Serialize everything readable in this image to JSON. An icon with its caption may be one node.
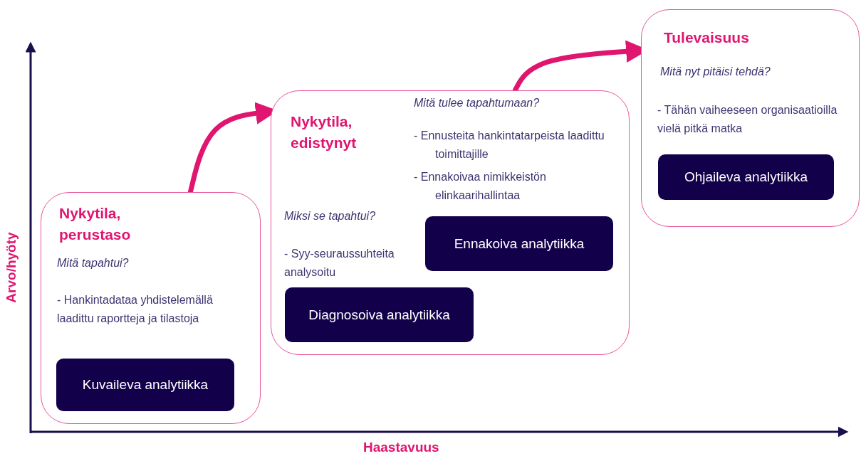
{
  "diagram": {
    "nodes": [
      {
        "text": [
          "Nykytila, perustaso",
          "Mitä tapahtui?",
          "- Hankintadataa yhdistelemällä laadittu raportteja ja tilastoja"
        ]
      },
      {
        "text": [
          "Kuvaileva analytiikka"
        ],
        "in": 0
      },
      {
        "text": [
          "Nykytila, edistynyt",
          "Mitä tulee tapahtumaan?",
          "- Ennusteita hankintatarpeista laadittu toimittajille",
          "- Ennakoivaa nimikkeistön elinkaarihallintaa",
          "Miksi se  tapahtui?",
          "- Syy-seuraussuhteita analysoitu"
        ]
      },
      {
        "text": [
          "Ennakoiva analytiikka"
        ],
        "in": 2
      },
      {
        "text": [
          "Diagnosoiva analytiikka"
        ],
        "in": 2
      },
      {
        "text": [
          "Tulevaisuus",
          "Mitä nyt pitäisi tehdä?",
          "- Tähän vaiheeseen organisaatioilla vielä pitkä matka"
        ]
      },
      {
        "text": [
          "Ohjaileva analytiikka"
        ],
        "in": 5
      }
    ],
    "edges": [
      {
        "from": 0,
        "to": 2,
        "arrow": "to"
      },
      {
        "from": 2,
        "to": 5,
        "arrow": "to"
      }
    ],
    "labels": [
      "Arvo/hyöty",
      "Haastavuus"
    ]
  }
}
